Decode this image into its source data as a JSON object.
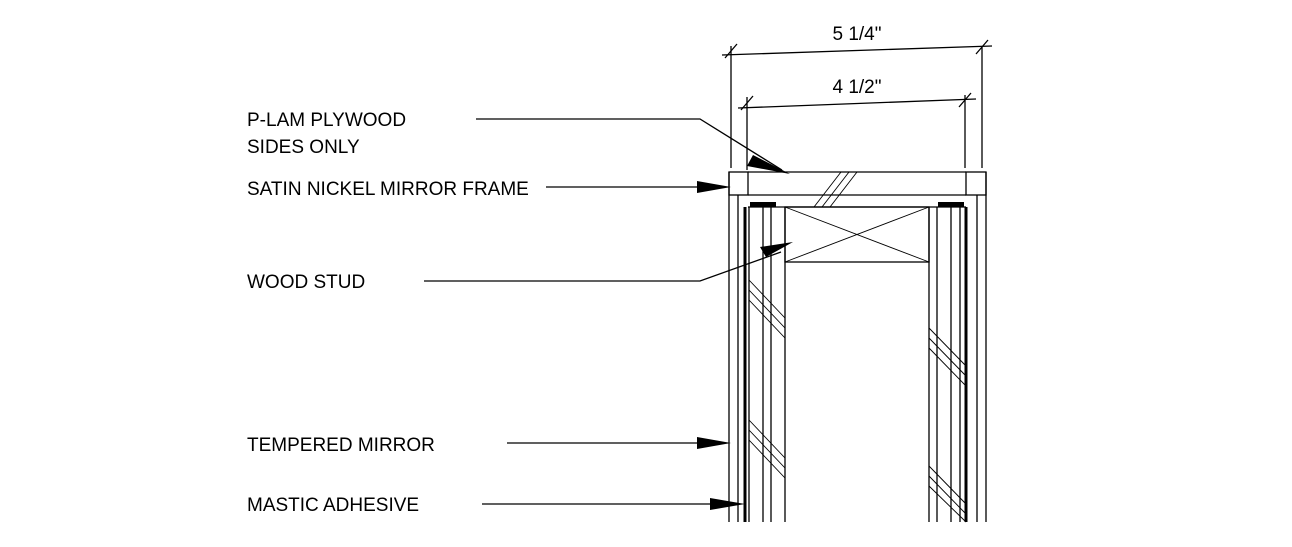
{
  "dimensions": {
    "outer_width": "5 1/4\"",
    "inner_width": "4 1/2\""
  },
  "callouts": {
    "plywood_line1": "P-LAM PLYWOOD",
    "plywood_line2": "SIDES ONLY",
    "mirror_frame": "SATIN NICKEL MIRROR FRAME",
    "wood_stud": "WOOD STUD",
    "tempered_mirror": "TEMPERED MIRROR",
    "mastic_adhesive": "MASTIC ADHESIVE"
  }
}
